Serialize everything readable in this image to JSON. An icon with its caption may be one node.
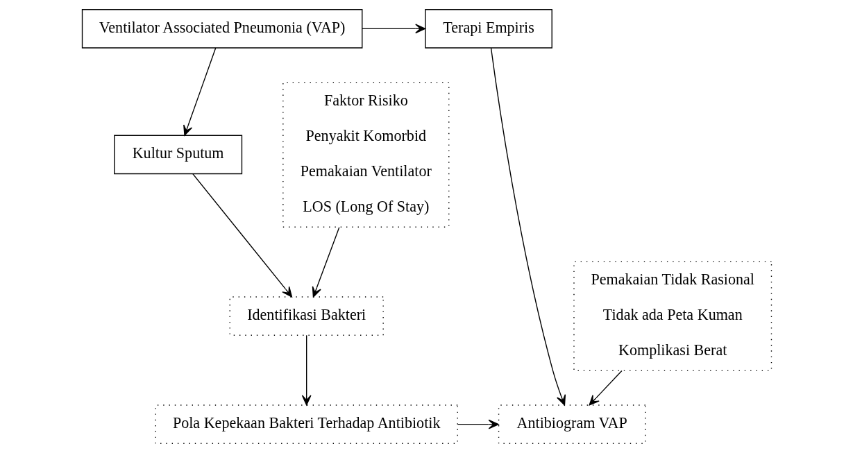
{
  "diagram": {
    "nodes": [
      {
        "text": [
          "Ventilator Associated Pneumonia (VAP)"
        ]
      },
      {
        "text": [
          "Terapi Empiris"
        ]
      },
      {
        "text": [
          "Kultur Sputum"
        ]
      },
      {
        "text": [
          "Faktor Risiko",
          "Penyakit Komorbid",
          "Pemakaian Ventilator",
          "LOS (Long Of Stay)"
        ]
      },
      {
        "text": [
          "Identifikasi Bakteri"
        ]
      },
      {
        "text": [
          "Pemakaian Tidak Rasional",
          "Tidak ada Peta Kuman",
          "Komplikasi Berat"
        ]
      },
      {
        "text": [
          "Pola Kepekaan Bakteri Terhadap Antibiotik"
        ]
      },
      {
        "text": [
          "Antibiogram VAP"
        ]
      }
    ],
    "edges": [
      {
        "from": 0,
        "to": 1,
        "arrow": "to"
      },
      {
        "from": 0,
        "to": 2,
        "arrow": "to"
      },
      {
        "from": 2,
        "to": 4,
        "arrow": "to"
      },
      {
        "from": 3,
        "to": 4,
        "arrow": "to"
      },
      {
        "from": 1,
        "to": 7,
        "arrow": "to"
      },
      {
        "from": 5,
        "to": 7,
        "arrow": "to"
      },
      {
        "from": 4,
        "to": 6,
        "arrow": "to"
      },
      {
        "from": 6,
        "to": 7,
        "arrow": "to"
      }
    ]
  }
}
